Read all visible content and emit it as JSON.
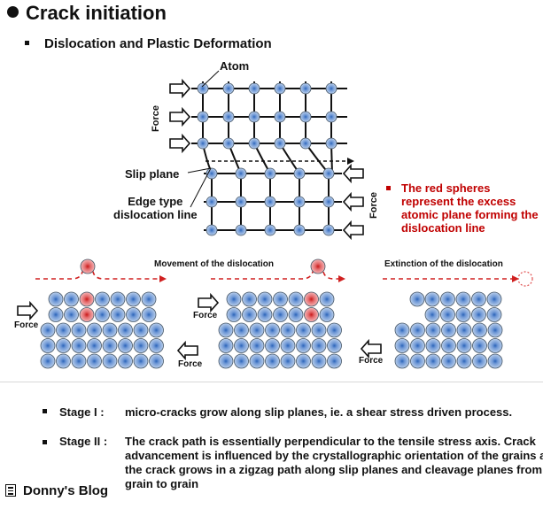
{
  "heading": "Crack initiation",
  "subheading": "Dislocation and Plastic Deformation",
  "lattice_labels": {
    "atom": "Atom",
    "force": "Force",
    "slip_plane": "Slip plane",
    "edge_type_line1": "Edge type",
    "edge_type_line2": "dislocation line"
  },
  "note": {
    "text": "The red spheres represent the excess atomic plane forming the dislocation line",
    "color": "#c00000"
  },
  "panels": {
    "movement_label": "Movement of the dislocation",
    "extinction_label": "Extinction of the dislocation",
    "force": "Force"
  },
  "stages": {
    "stage1_head": "Stage I  :",
    "stage1_text": "micro-cracks grow along slip planes, ie. a shear stress driven process.",
    "stage2_head": "Stage II :",
    "stage2_text": "The crack path is essentially perpendicular to the tensile stress axis. Crack advancement is influenced by the crystallographic orientation of the grains and the crack grows in a zigzag path along slip planes and cleavage planes from grain to grain"
  },
  "footer": {
    "blog_name": "Donny's Blog",
    "icon": "list-document-icon"
  },
  "colors": {
    "atom_blue": "#8fb1dd",
    "atom_red": "#e0474c",
    "dashed_red": "#d02020"
  }
}
